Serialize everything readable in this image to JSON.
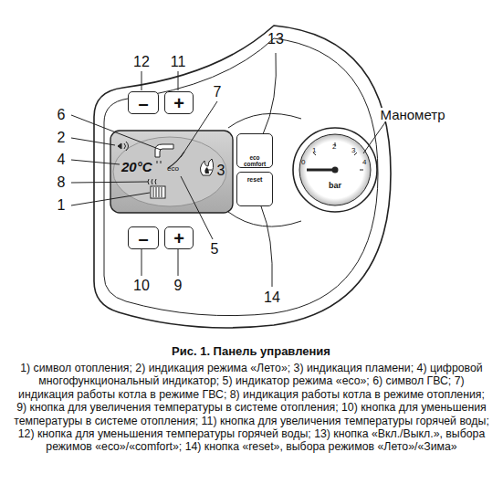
{
  "diagram": {
    "caption": "Рис. 1. Панель управления",
    "nodes": [
      {
        "text": [
          "–"
        ]
      },
      {
        "text": [
          "+"
        ]
      },
      {
        "text": [
          "20°C",
          "eco"
        ]
      },
      {
        "text": [
          "eco comfort"
        ]
      },
      {
        "text": [
          "reset"
        ]
      },
      {
        "text": [
          "0",
          "1",
          "2",
          "3",
          "4",
          "bar"
        ]
      },
      {
        "text": [
          "–"
        ]
      },
      {
        "text": [
          "+"
        ]
      }
    ],
    "labels": [
      "13",
      "12",
      "11",
      "7",
      "6",
      "2",
      "4",
      "8",
      "1",
      "3",
      "5",
      "10",
      "9",
      "14",
      "Манометр",
      "1) символ отопления; 2) индикация режима «Лето»; 3) индикация пламени; 4) цифровой многофункциональный индикатор; 5) индикатор режима «eco»; 6) символ ГВС; 7) индикация работы котла в режиме ГВС; 8) индикация работы котла в режиме отопления; 9) кнопка для увеличения температуры в системе отопления; 10) кнопка для уменьшения температуры в системе отопления; 11) кнопка для увеличения температуры горячей воды; 12) кнопка для уменьшения температуры горячей воды; 13) кнопка «Вкл./Выкл.», выбора режимов «eco»/«comfort»; 14) кнопка «reset», выбора режимов «Лето»/«Зима»"
    ]
  }
}
